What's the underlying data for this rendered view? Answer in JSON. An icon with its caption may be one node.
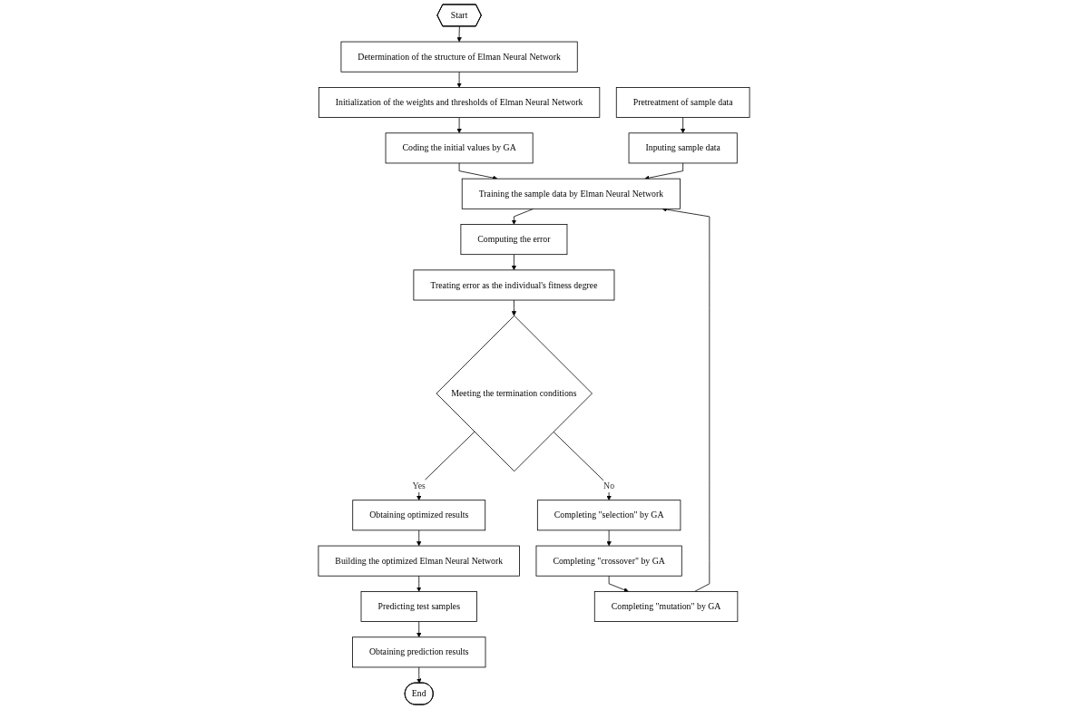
{
  "diagram": {
    "nodes": [
      {
        "text": [
          "Start"
        ]
      },
      {
        "text": [
          "Determination of the structure of Elman Neural Network"
        ]
      },
      {
        "text": [
          "Initialization of the weights and thresholds of Elman Neural Network"
        ]
      },
      {
        "text": [
          "Coding the initial values by GA"
        ]
      },
      {
        "text": [
          "Pretreatment of sample data"
        ]
      },
      {
        "text": [
          "Training the sample data by Elman Neural Network"
        ]
      },
      {
        "text": [
          "Inputing sample data"
        ]
      },
      {
        "text": [
          "Computing the error"
        ]
      },
      {
        "text": [
          "Treating error as the individual's fitness degree"
        ]
      },
      {
        "text": [
          "Meeting the termination conditions"
        ]
      },
      {
        "text": [
          "Obtaining optimized results"
        ]
      },
      {
        "text": [
          "Building the optimized Elman Neural Network"
        ]
      },
      {
        "text": [
          "Completing \"selection\" by GA"
        ]
      },
      {
        "text": [
          "Predicting test samples"
        ]
      },
      {
        "text": [
          "Completing \"crossover\" by GA"
        ]
      },
      {
        "text": [
          "Obtaining prediction results"
        ]
      },
      {
        "text": [
          "Completing \"mutation\" by GA"
        ]
      },
      {
        "text": [
          "End"
        ]
      }
    ],
    "edges": [
      {
        "from": 0,
        "to": 1,
        "arrow": "to"
      },
      {
        "from": 1,
        "to": 2,
        "arrow": "to"
      },
      {
        "from": 2,
        "to": 3,
        "arrow": "to"
      },
      {
        "from": 3,
        "to": 5,
        "arrow": "to"
      },
      {
        "from": 4,
        "to": 6,
        "arrow": "to"
      },
      {
        "from": 6,
        "to": 5,
        "arrow": "to"
      },
      {
        "from": 5,
        "to": 7,
        "arrow": "to"
      },
      {
        "from": 7,
        "to": 8,
        "arrow": "to"
      },
      {
        "from": 8,
        "to": 9,
        "arrow": "to"
      },
      {
        "from": 9,
        "to": 10,
        "arrow": "to",
        "label": "Yes"
      },
      {
        "from": 9,
        "to": 12,
        "arrow": "to",
        "label": "No"
      },
      {
        "from": 12,
        "to": 14,
        "arrow": "to"
      },
      {
        "from": 14,
        "to": 16,
        "arrow": "to"
      },
      {
        "from": 16,
        "to": 5,
        "arrow": "to"
      },
      {
        "from": 10,
        "to": 11,
        "arrow": "to"
      },
      {
        "from": 11,
        "to": 13,
        "arrow": "to"
      },
      {
        "from": 13,
        "to": 15,
        "arrow": "to"
      },
      {
        "from": 15,
        "to": 17,
        "arrow": "to"
      }
    ]
  }
}
